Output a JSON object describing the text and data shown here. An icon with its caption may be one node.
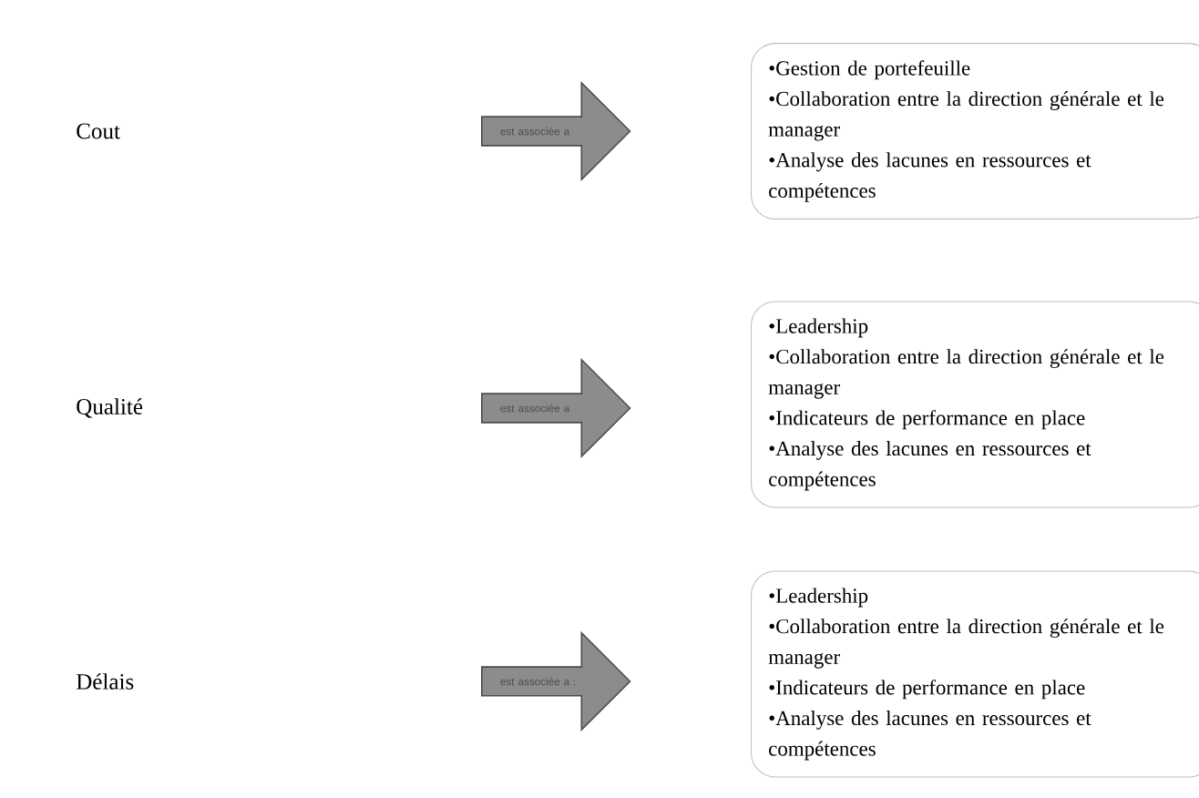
{
  "diagram": {
    "nodes": [
      {
        "text": [
          "Cout"
        ]
      },
      {
        "text": [
          "est associée a"
        ]
      },
      {
        "text": [
          "•Gestion de portefeuille",
          "•Collaboration entre la direction générale et le manager",
          "•Analyse des lacunes en ressources et compétences"
        ]
      },
      {
        "text": [
          "Qualité"
        ]
      },
      {
        "text": [
          "est associée a"
        ]
      },
      {
        "text": [
          "•Leadership",
          "•Collaboration entre la direction générale et le manager",
          "•Indicateurs de performance en place",
          "•Analyse des lacunes en ressources et compétences"
        ]
      },
      {
        "text": [
          "Délais"
        ]
      },
      {
        "text": [
          "est associée a :"
        ]
      },
      {
        "text": [
          "•Leadership",
          "•Collaboration entre la direction générale et le manager",
          "•Indicateurs de performance en place",
          "•Analyse des lacunes en ressources et compétences"
        ]
      }
    ]
  }
}
